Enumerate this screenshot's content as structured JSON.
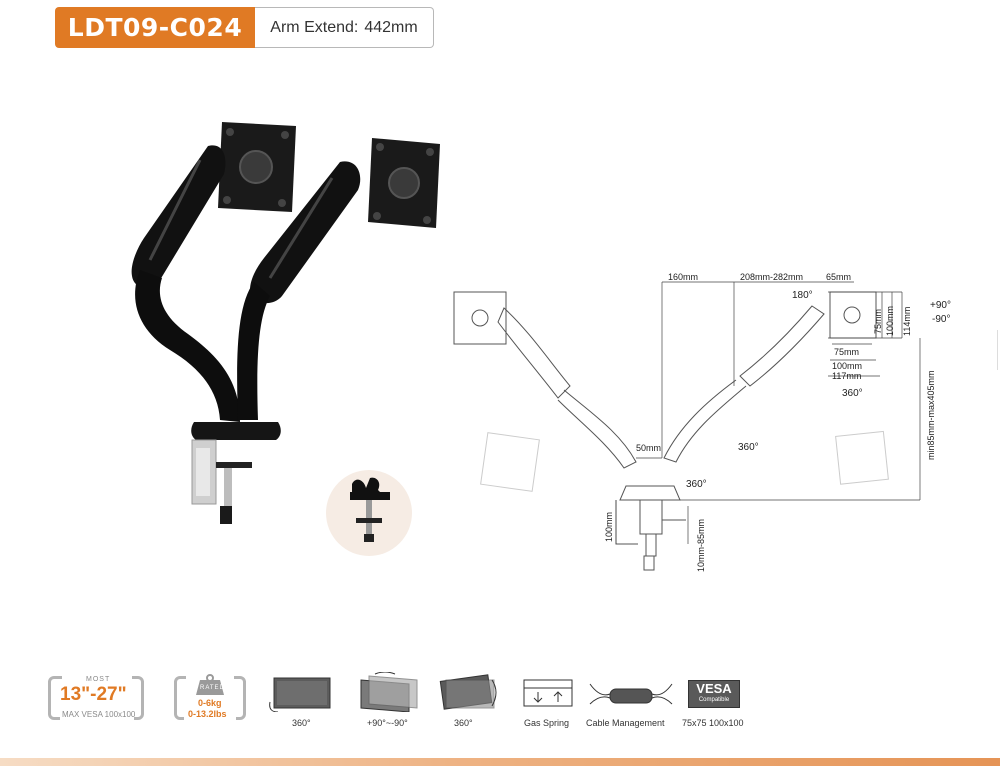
{
  "header": {
    "model": "LDT09-C024",
    "arm_extend_label": "Arm Extend:",
    "arm_extend_value": "442mm"
  },
  "diagram": {
    "dims": {
      "d160": "160mm",
      "d208": "208mm-282mm",
      "d65": "65mm",
      "d75h": "75mm",
      "d100h": "100mm",
      "d114": "114mm",
      "d75w": "75mm",
      "d100w": "100mm",
      "d117": "117mm",
      "dminmax": "min85mm-max405mm",
      "d50": "50mm",
      "d100v": "100mm",
      "d10_85": "10mm-85mm"
    },
    "rotations": {
      "r180": "180°",
      "r360a": "360°",
      "r360b": "360°",
      "r360c": "360°",
      "tilt_up": "+90°",
      "tilt_down": "-90°"
    }
  },
  "features": {
    "size": {
      "small": "MOST",
      "range": "13\"-27\"",
      "vesa": "MAX VESA 100x100"
    },
    "weight": {
      "tag": "RATED",
      "kg": "0-6kg",
      "lbs": "0-13.2lbs"
    },
    "swivel": {
      "caption": "360°"
    },
    "tilt": {
      "caption": "+90°~-90°"
    },
    "rotate": {
      "caption": "360°"
    },
    "gas": {
      "caption": "Gas Spring"
    },
    "cable": {
      "caption": "Cable Management"
    },
    "vesa": {
      "logo": "VESA",
      "logo_sub": "Compatible",
      "caption": "75x75 100x100"
    }
  },
  "colors": {
    "accent": "#e07a24",
    "arm": "#141414",
    "line": "#555555"
  }
}
